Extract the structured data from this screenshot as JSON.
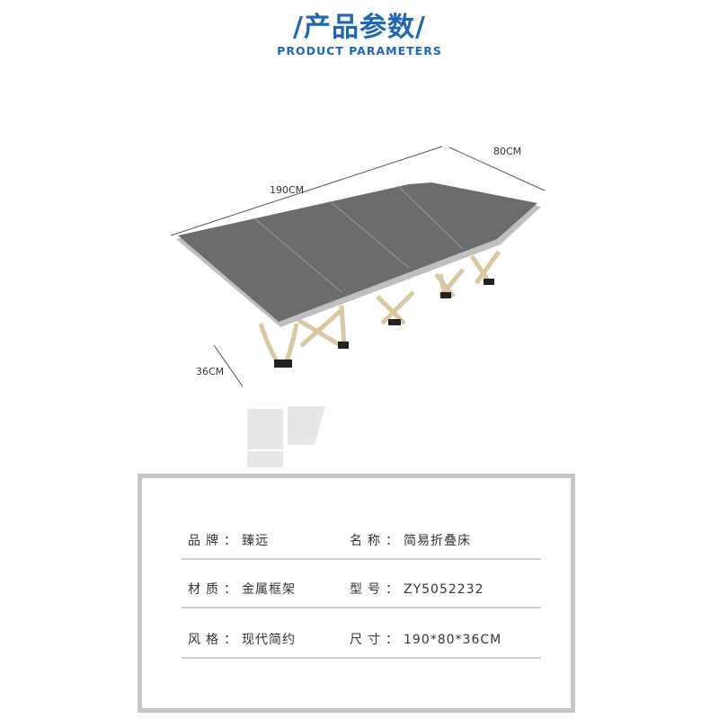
{
  "header": {
    "title": "/产品参数/",
    "subtitle": "PRODUCT PARAMETERS"
  },
  "dimensions": {
    "length": "190CM",
    "width": "80CM",
    "height": "36CM"
  },
  "params": [
    {
      "left_label": "品牌：",
      "left_value": "臻远",
      "right_label": "名称：",
      "right_value": "简易折叠床"
    },
    {
      "left_label": "材质：",
      "left_value": "金属框架",
      "right_label": "型号：",
      "right_value": "ZY5052232"
    },
    {
      "left_label": "风格：",
      "left_value": "现代简约",
      "right_label": "尺寸：",
      "right_value": "190*80*36CM"
    }
  ],
  "colors": {
    "accent": "#1f67b1",
    "mattress": "#6b6c6e",
    "frame": "#d9c9a3"
  }
}
